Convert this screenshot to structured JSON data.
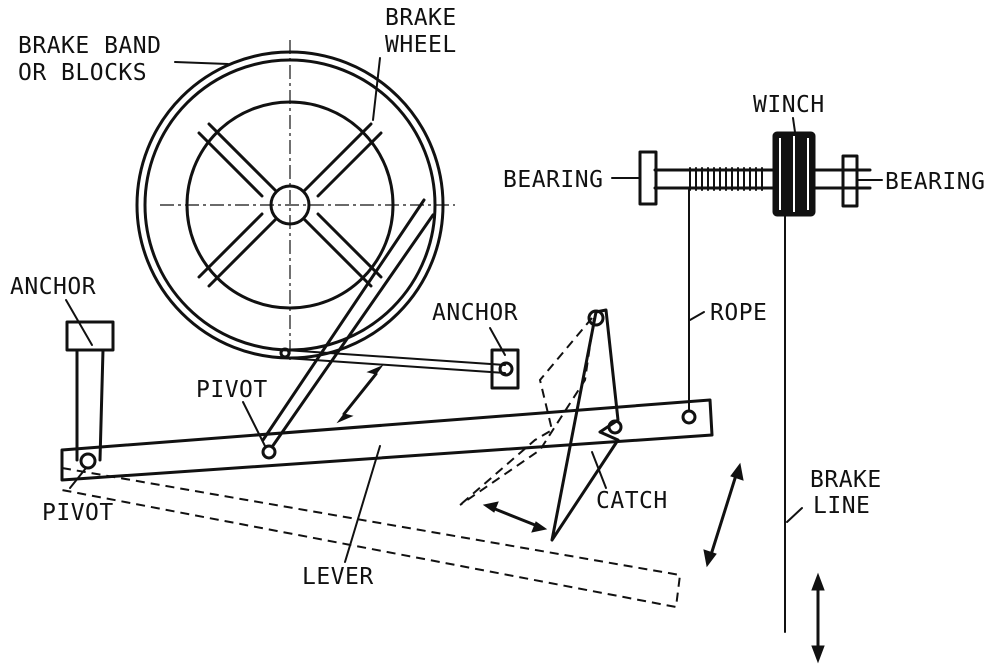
{
  "labels": {
    "brake_band": [
      "BRAKE BAND",
      "OR BLOCKS"
    ],
    "brake_wheel": [
      "BRAKE",
      "WHEEL"
    ],
    "winch": "WINCH",
    "bearing_left": "BEARING",
    "bearing_right": "BEARING",
    "anchor_left": "ANCHOR",
    "anchor_right": "ANCHOR",
    "rope": "ROPE",
    "pivot_upper": "PIVOT",
    "pivot_lower": "PIVOT",
    "catch": "CATCH",
    "brake_line": [
      "BRAKE",
      "LINE"
    ],
    "lever": "LEVER"
  }
}
